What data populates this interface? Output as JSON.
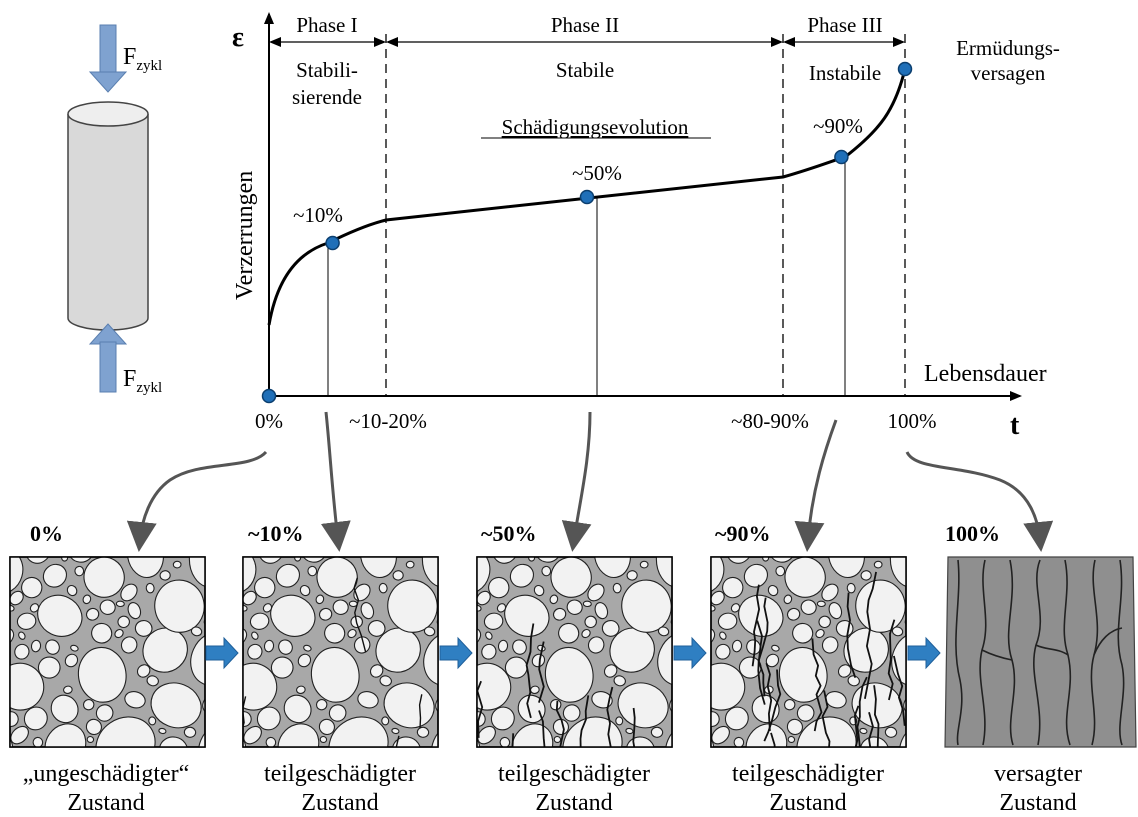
{
  "cylinder": {
    "force_label_main": "F",
    "force_label_sub": "zykl"
  },
  "graph": {
    "y_axis_symbol": "ε",
    "y_axis_label": "Verzerrungen",
    "x_axis_symbol": "t",
    "x_axis_label": "Lebensdauer",
    "phases": [
      {
        "title": "Phase I",
        "line1": "Stabili-",
        "line2": "sierende"
      },
      {
        "title": "Phase II",
        "line1": "Stabile",
        "line2": ""
      },
      {
        "title": "Phase III",
        "line1": "Instabile",
        "line2": ""
      }
    ],
    "evolution_label": "Schädigungsevolution",
    "x_ticks": [
      "0%",
      "~10-20%",
      "~80-90%",
      "100%"
    ],
    "points": [
      {
        "label": "0%",
        "life_pct": 0,
        "strain_level": 0.0
      },
      {
        "label": "~10%",
        "life_pct": 10,
        "strain_level": 0.47
      },
      {
        "label": "~50%",
        "life_pct": 50,
        "strain_level": 0.59
      },
      {
        "label": "~90%",
        "life_pct": 90,
        "strain_level": 0.74
      },
      {
        "label": "",
        "life_pct": 100,
        "strain_level": 1.0
      }
    ],
    "failure_label_line1": "Ermüdungs-",
    "failure_label_line2": "versagen"
  },
  "states": [
    {
      "percent": "0%",
      "line1": "„ungeschädigter“",
      "line2": "Zustand"
    },
    {
      "percent": "~10%",
      "line1": "teilgeschädigter",
      "line2": "Zustand"
    },
    {
      "percent": "~50%",
      "line1": "teilgeschädigter",
      "line2": "Zustand"
    },
    {
      "percent": "~90%",
      "line1": "teilgeschädigter",
      "line2": "Zustand"
    },
    {
      "percent": "100%",
      "line1": "versagter",
      "line2": "Zustand"
    }
  ],
  "colors": {
    "point_fill": "#1f6fb8",
    "arrow_blue": "#2f7fc2",
    "force_arrow": "#7fa2d0",
    "matrix_gray": "#a8a8a8",
    "aggregate": "#f2f2f2",
    "failed_gray": "#8f8f8f",
    "cylinder": "#d9d9d9"
  }
}
